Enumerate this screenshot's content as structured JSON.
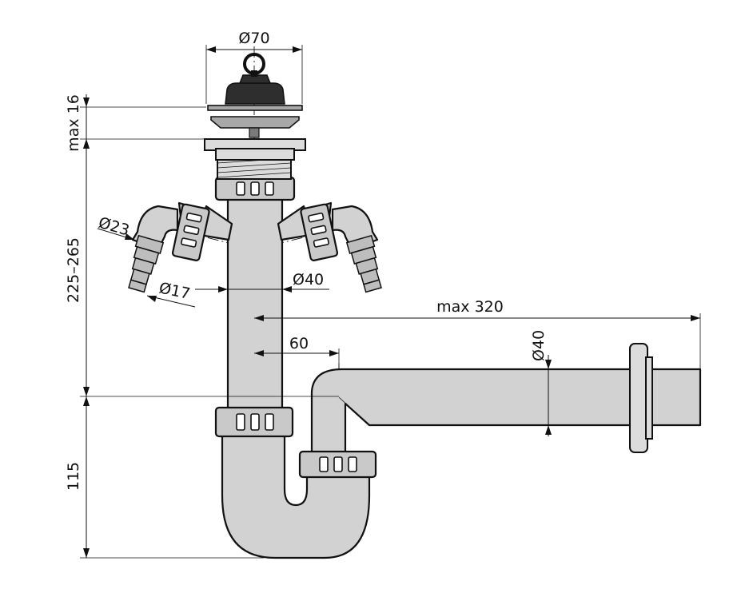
{
  "dimensions": {
    "plug_diameter": "Ø70",
    "plug_height": "max 16",
    "inlet_height": "225–265",
    "bottom_height": "115",
    "side_inlet_diameter": "Ø23",
    "side_inlet_min_diameter": "Ø17",
    "vertical_pipe_diameter": "Ø40",
    "outlet_length": "max 320",
    "trap_offset": "60",
    "outlet_diameter": "Ø40"
  }
}
